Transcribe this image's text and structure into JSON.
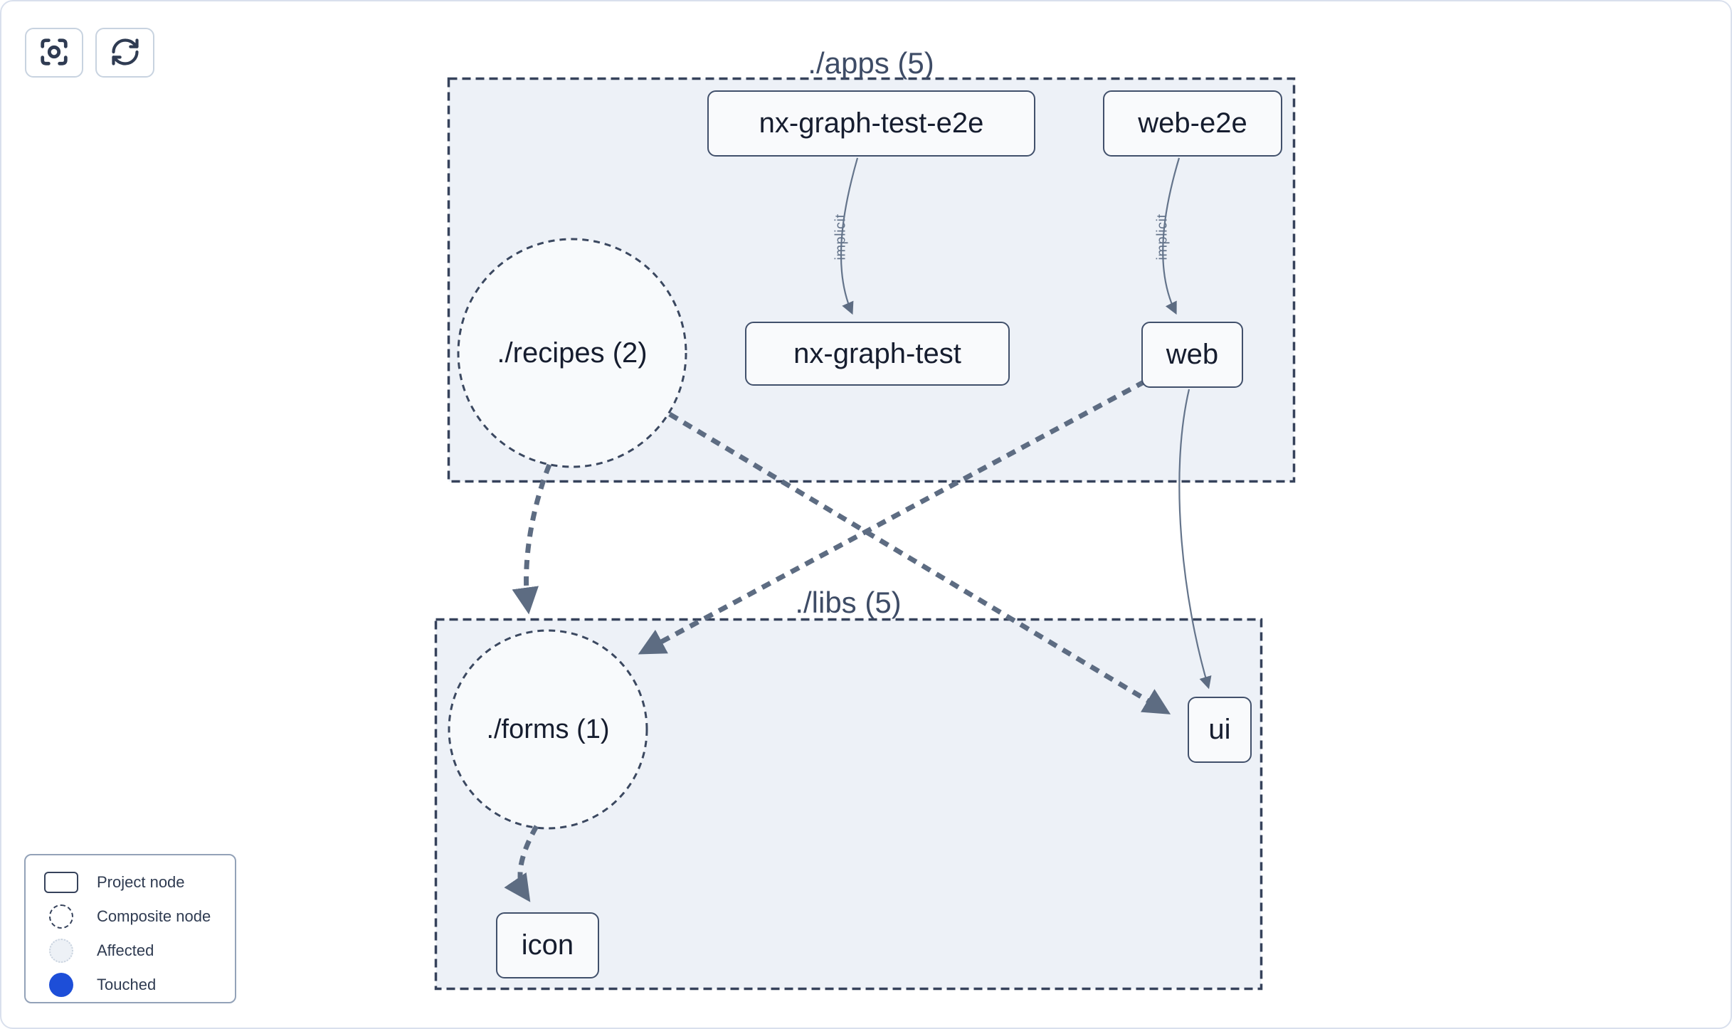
{
  "toolbar": {
    "buttons": [
      {
        "id": "focus",
        "icon": "crosshair-focus-icon"
      },
      {
        "id": "refresh",
        "icon": "refresh-icon"
      }
    ]
  },
  "groups": {
    "apps": {
      "label": "./apps (5)"
    },
    "libs": {
      "label": "./libs (5)"
    }
  },
  "nodes": {
    "nx_graph_test_e2e": {
      "label": "nx-graph-test-e2e",
      "type": "project"
    },
    "web_e2e": {
      "label": "web-e2e",
      "type": "project"
    },
    "nx_graph_test": {
      "label": "nx-graph-test",
      "type": "project"
    },
    "web": {
      "label": "web",
      "type": "project"
    },
    "recipes": {
      "label": "./recipes (2)",
      "type": "composite"
    },
    "forms": {
      "label": "./forms (1)",
      "type": "composite"
    },
    "ui": {
      "label": "ui",
      "type": "project"
    },
    "icon": {
      "label": "icon",
      "type": "project"
    }
  },
  "edges": [
    {
      "from": "nx-graph-test-e2e",
      "to": "nx-graph-test",
      "label": "implicit",
      "style": "solid-thin"
    },
    {
      "from": "web-e2e",
      "to": "web",
      "label": "implicit",
      "style": "solid-thin"
    },
    {
      "from": "./recipes (2)",
      "to": "./forms (1)",
      "label": "",
      "style": "dashed-thick"
    },
    {
      "from": "./recipes (2)",
      "to": "ui",
      "label": "",
      "style": "dashed-thick"
    },
    {
      "from": "web",
      "to": "./forms (1)",
      "label": "",
      "style": "dashed-thick"
    },
    {
      "from": "web",
      "to": "ui",
      "label": "",
      "style": "solid-thin"
    },
    {
      "from": "./forms (1)",
      "to": "icon",
      "label": "",
      "style": "dashed-thick"
    }
  ],
  "legend": {
    "items": [
      {
        "id": "project-node",
        "label": "Project node"
      },
      {
        "id": "composite-node",
        "label": "Composite node"
      },
      {
        "id": "affected",
        "label": "Affected"
      },
      {
        "id": "touched",
        "label": "Touched"
      }
    ]
  },
  "colors": {
    "group_fill": "#edf1f7",
    "graph_stroke": "#36425b",
    "node_border": "#41506b",
    "edge_stroke": "#5d6c82",
    "edge_label": "#64748b",
    "touched_blue": "#1d4ed8",
    "canvas_border": "#d9e0ed"
  }
}
